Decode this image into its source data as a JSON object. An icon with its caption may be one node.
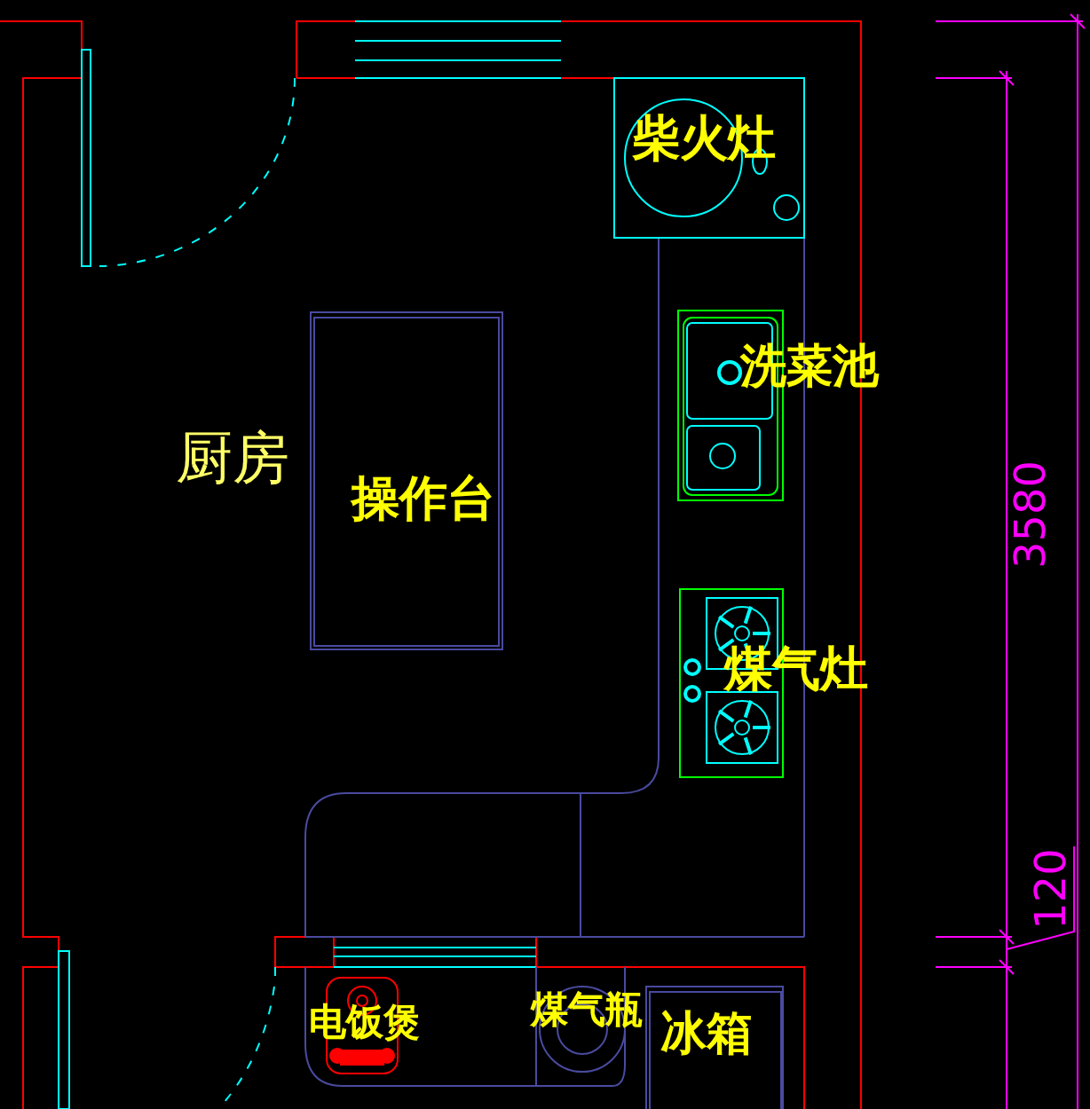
{
  "diagram": {
    "nodes": [
      {
        "text": [
          "柴火灶"
        ]
      },
      {
        "text": [
          "洗菜池"
        ]
      },
      {
        "text": [
          "操作台"
        ]
      },
      {
        "text": [
          "煤气灶"
        ]
      },
      {
        "text": [
          "电饭煲"
        ]
      },
      {
        "text": [
          "煤气瓶"
        ]
      },
      {
        "text": [
          "冰箱"
        ]
      }
    ],
    "labels": [
      "厨房",
      "3580",
      "120"
    ]
  }
}
